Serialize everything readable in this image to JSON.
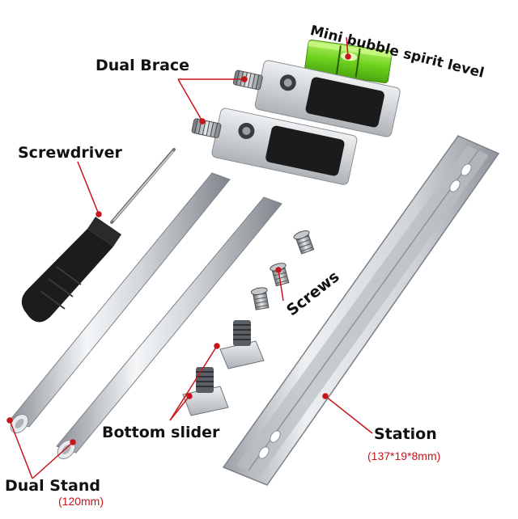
{
  "labels": {
    "spirit_level": "Mini bubble spirit level",
    "dual_brace": "Dual Brace",
    "screwdriver": "Screwdriver",
    "screws": "Screws",
    "bottom_slider": "Bottom slider",
    "station": "Station",
    "station_size": "(137*19*8mm)",
    "dual_stand": "Dual Stand",
    "dual_stand_size": "(120mm)"
  },
  "colors": {
    "leader_line": "#c8141b",
    "label_text": "#111111",
    "aluminum": "#c9cdd2",
    "pad": "#1b1b1b",
    "level_green": "#7ddc2a"
  }
}
